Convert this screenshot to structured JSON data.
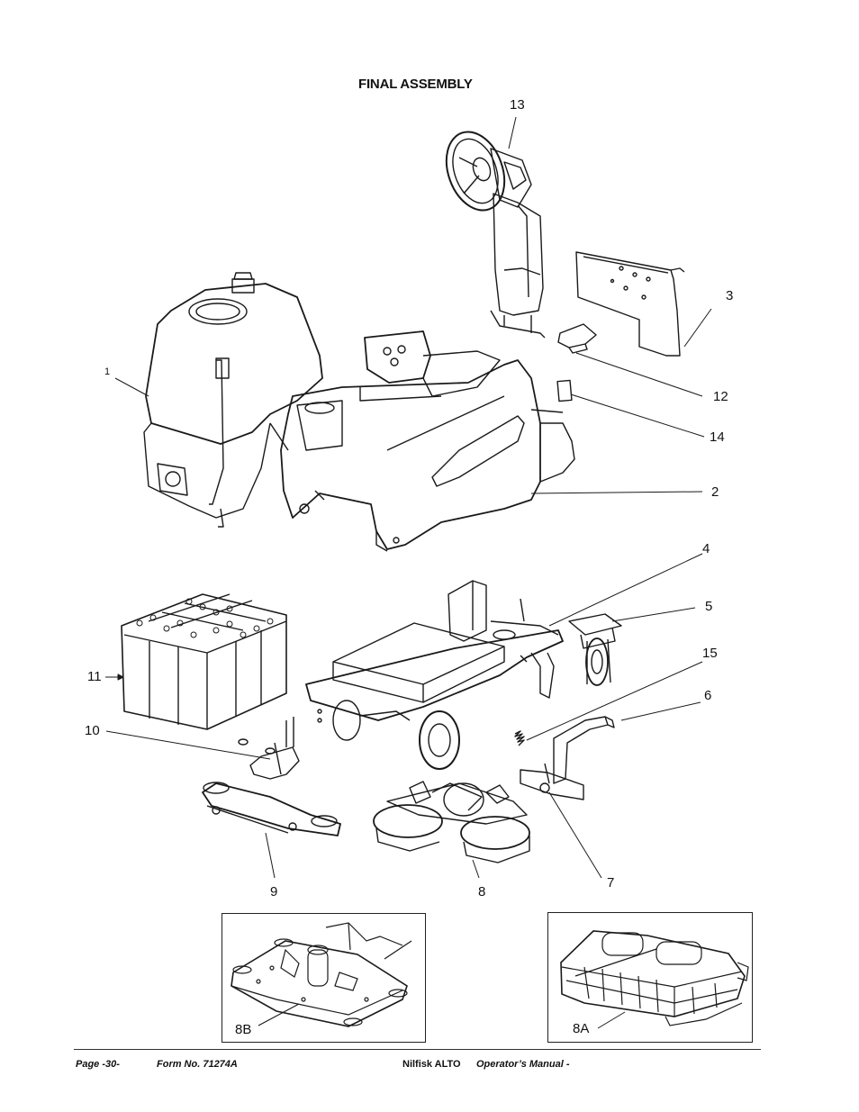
{
  "page": {
    "title": "FINAL ASSEMBLY"
  },
  "callouts": {
    "c1": "1",
    "c2": "2",
    "c3": "3",
    "c4": "4",
    "c5": "5",
    "c6": "6",
    "c7": "7",
    "c8": "8",
    "c9": "9",
    "c10": "10",
    "c11": "11",
    "c12": "12",
    "c13": "13",
    "c14": "14",
    "c15": "15",
    "c8a": "8A",
    "c8b": "8B"
  },
  "footer": {
    "page": "Page  -30-",
    "form": "Form No. 71274A",
    "brand": "Nilfisk ALTO",
    "manual": "Operator’s Manual -"
  }
}
